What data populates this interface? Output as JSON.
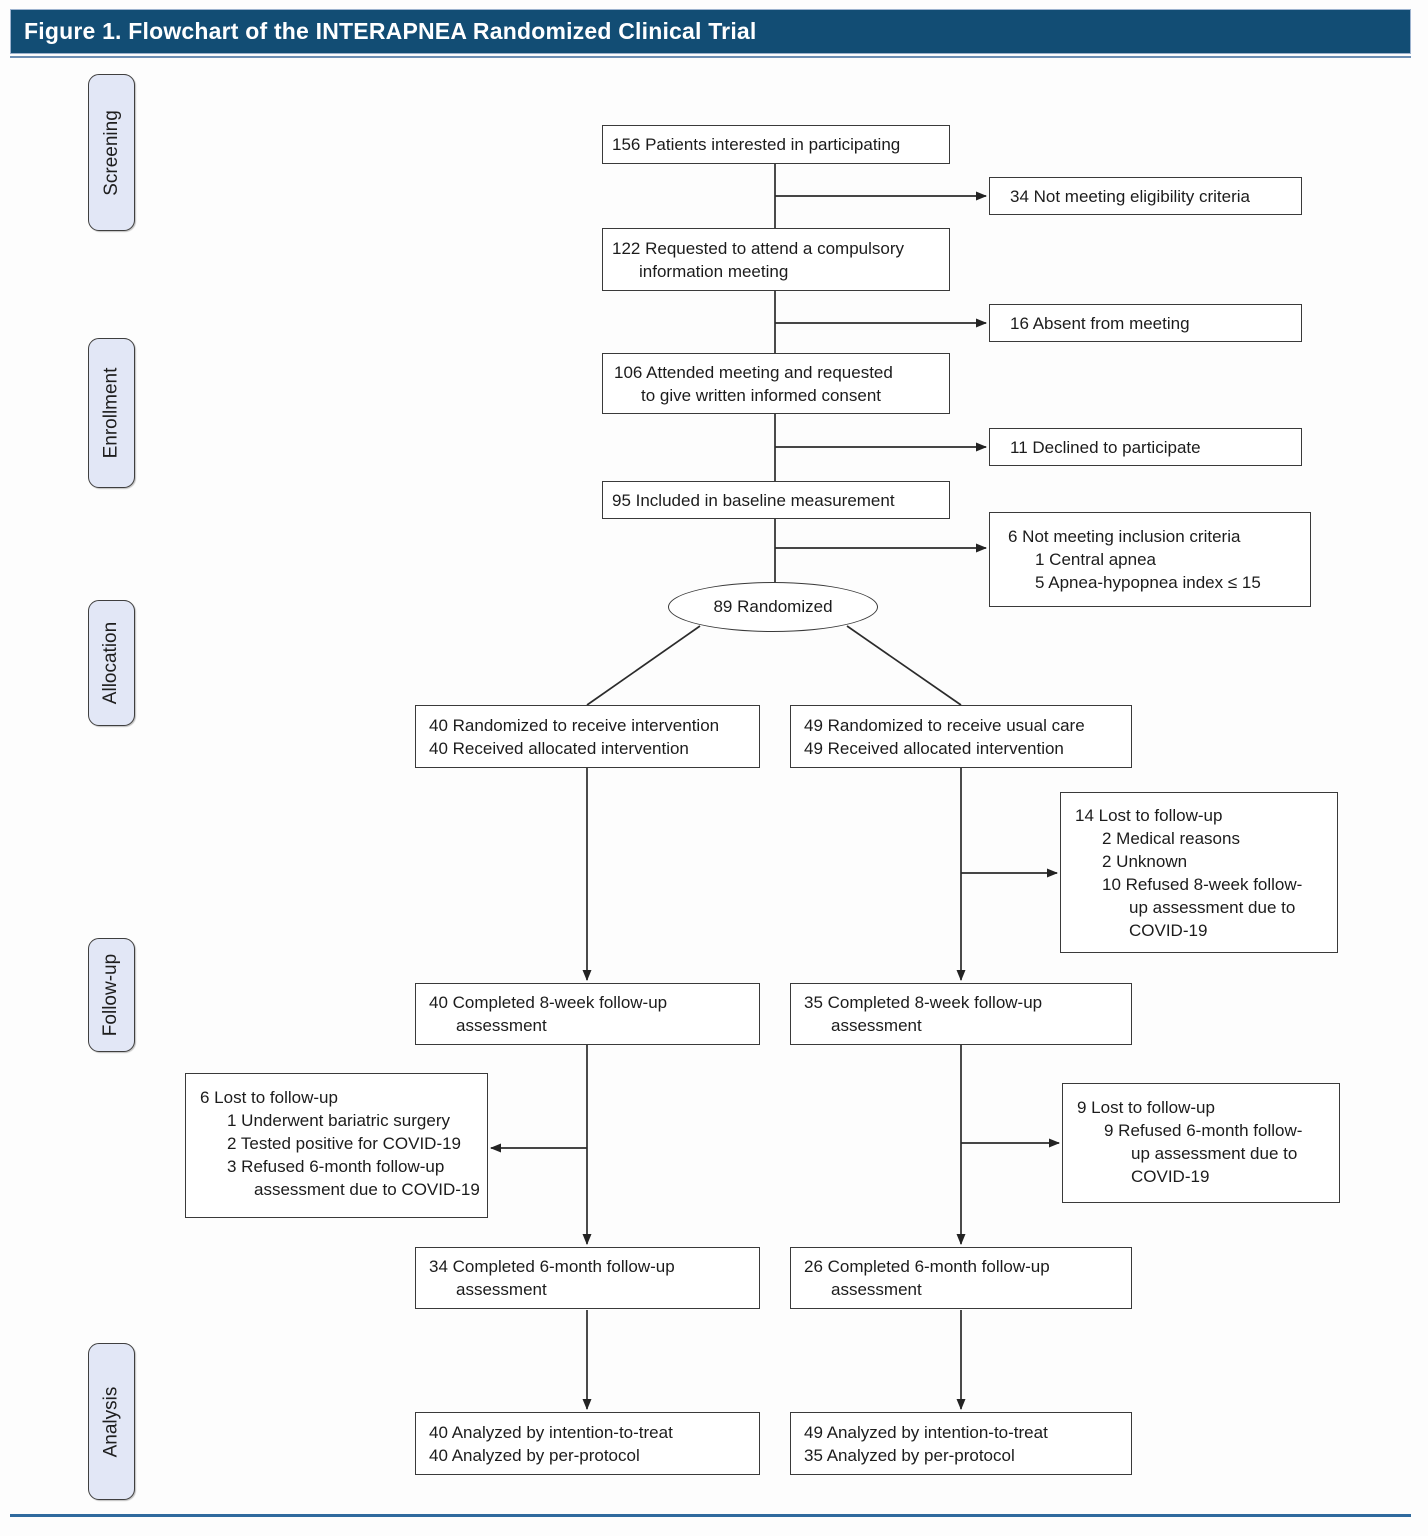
{
  "figure": {
    "title": "Figure 1. Flowchart of the INTERAPNEA Randomized Clinical Trial"
  },
  "stages": {
    "screening": "Screening",
    "enrollment": "Enrollment",
    "allocation": "Allocation",
    "followup": "Follow-up",
    "analysis": "Analysis"
  },
  "colors": {
    "header_bar": "#124d74",
    "header_text": "#ffffff",
    "stage_fill": "#e2e7f6",
    "box_border": "#3a3a3a",
    "rule_blue": "#2f6a9e"
  },
  "boxes": {
    "interested": {
      "lines": [
        {
          "t": "156 Patients interested in participating",
          "i": 0
        }
      ]
    },
    "not_eligible": {
      "lines": [
        {
          "t": "34 Not meeting eligibility criteria",
          "i": 0
        }
      ]
    },
    "requested_meeting": {
      "lines": [
        {
          "t": "122 Requested to attend a compulsory",
          "i": 0
        },
        {
          "t": "information meeting",
          "i": 1
        }
      ]
    },
    "absent": {
      "lines": [
        {
          "t": "16 Absent from meeting",
          "i": 0
        }
      ]
    },
    "attended": {
      "lines": [
        {
          "t": "106 Attended meeting and requested",
          "i": 0
        },
        {
          "t": "to give written informed consent",
          "i": 1
        }
      ]
    },
    "declined": {
      "lines": [
        {
          "t": "11 Declined to participate",
          "i": 0
        }
      ]
    },
    "baseline": {
      "lines": [
        {
          "t": "95 Included in baseline measurement",
          "i": 0
        }
      ]
    },
    "not_inclusion": {
      "lines": [
        {
          "t": "6 Not meeting inclusion criteria",
          "i": 0
        },
        {
          "t": "1 Central apnea",
          "i": 1
        },
        {
          "t": "5 Apnea-hypopnea index ≤ 15",
          "i": 1
        }
      ]
    },
    "randomized": {
      "label": "89 Randomized"
    },
    "alloc_intervention": {
      "lines": [
        {
          "t": "40 Randomized to receive intervention",
          "i": 0
        },
        {
          "t": "40 Received allocated intervention",
          "i": 0
        }
      ]
    },
    "alloc_usual_care": {
      "lines": [
        {
          "t": "49 Randomized to receive usual care",
          "i": 0
        },
        {
          "t": "49 Received allocated intervention",
          "i": 0
        }
      ]
    },
    "lost_8week_usual": {
      "lines": [
        {
          "t": "14 Lost to follow-up",
          "i": 0
        },
        {
          "t": "2 Medical reasons",
          "i": 1
        },
        {
          "t": "2 Unknown",
          "i": 1
        },
        {
          "t": "10 Refused 8-week follow-",
          "i": 1
        },
        {
          "t": "up assessment due to",
          "i": 2
        },
        {
          "t": "COVID-19",
          "i": 2
        }
      ]
    },
    "completed_8week_intervention": {
      "lines": [
        {
          "t": "40 Completed 8-week follow-up",
          "i": 0
        },
        {
          "t": "assessment",
          "i": 1
        }
      ]
    },
    "completed_8week_usual": {
      "lines": [
        {
          "t": "35 Completed 8-week follow-up",
          "i": 0
        },
        {
          "t": "assessment",
          "i": 1
        }
      ]
    },
    "lost_6month_intervention": {
      "lines": [
        {
          "t": "6 Lost to follow-up",
          "i": 0
        },
        {
          "t": "1 Underwent bariatric surgery",
          "i": 1
        },
        {
          "t": "2 Tested positive for COVID-19",
          "i": 1
        },
        {
          "t": "3 Refused 6-month follow-up",
          "i": 1
        },
        {
          "t": "assessment due to COVID-19",
          "i": 2
        }
      ]
    },
    "lost_6month_usual": {
      "lines": [
        {
          "t": "9 Lost to follow-up",
          "i": 0
        },
        {
          "t": "9 Refused 6-month follow-",
          "i": 1
        },
        {
          "t": "up assessment due to",
          "i": 2
        },
        {
          "t": "COVID-19",
          "i": 2
        }
      ]
    },
    "completed_6month_intervention": {
      "lines": [
        {
          "t": "34 Completed 6-month follow-up",
          "i": 0
        },
        {
          "t": "assessment",
          "i": 1
        }
      ]
    },
    "completed_6month_usual": {
      "lines": [
        {
          "t": "26 Completed 6-month follow-up",
          "i": 0
        },
        {
          "t": "assessment",
          "i": 1
        }
      ]
    },
    "analyzed_intervention": {
      "lines": [
        {
          "t": "40 Analyzed by intention-to-treat",
          "i": 0
        },
        {
          "t": "40 Analyzed by per-protocol",
          "i": 0
        }
      ]
    },
    "analyzed_usual": {
      "lines": [
        {
          "t": "49 Analyzed by intention-to-treat",
          "i": 0
        },
        {
          "t": "35 Analyzed by per-protocol",
          "i": 0
        }
      ]
    }
  }
}
